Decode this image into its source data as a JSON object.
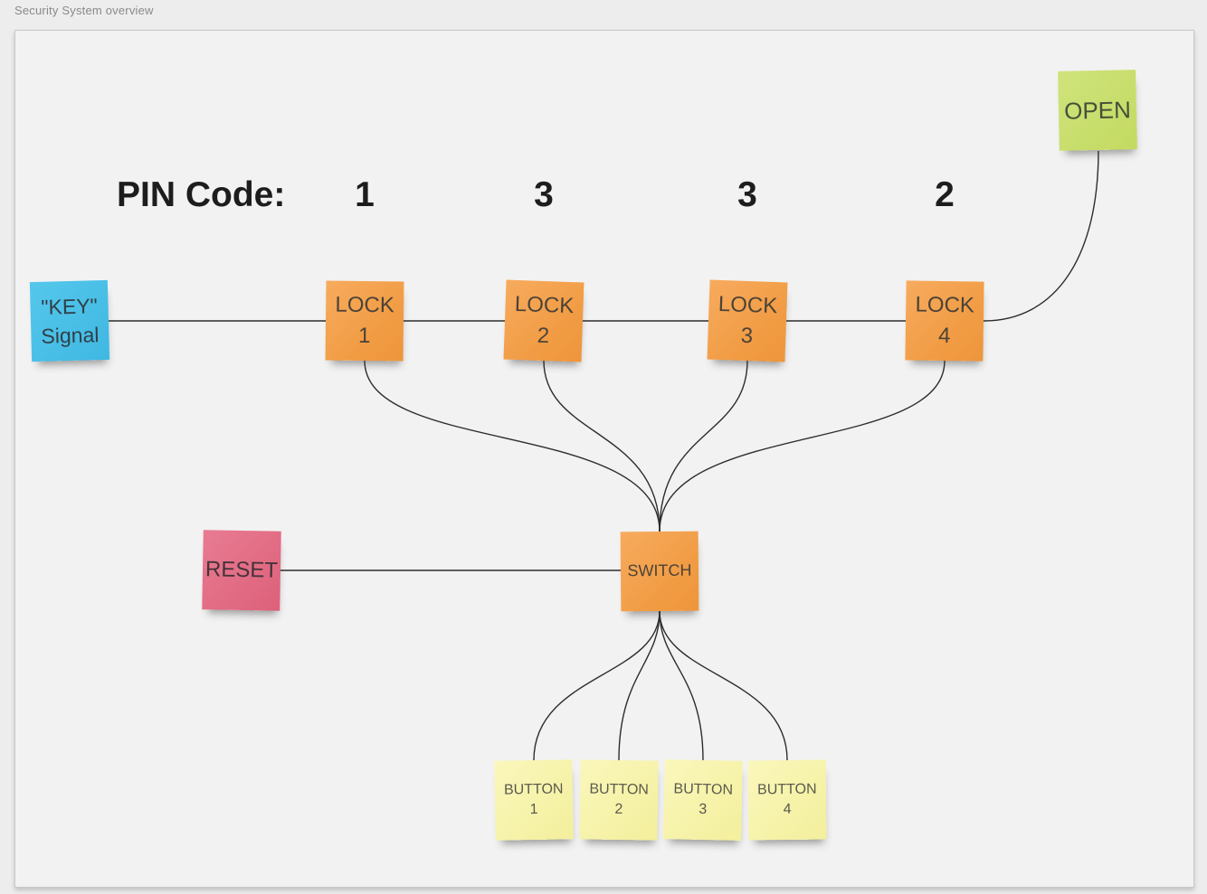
{
  "window": {
    "title": "Security System overview"
  },
  "board": {
    "pin": {
      "label": "PIN Code:",
      "digits": [
        "1",
        "3",
        "3",
        "2"
      ]
    },
    "notes": {
      "key_signal": {
        "lines": [
          "\"KEY\"",
          "Signal"
        ],
        "color": "#49c1e8"
      },
      "lock1": {
        "lines": [
          "LOCK",
          "1"
        ],
        "color": "#f4a14e"
      },
      "lock2": {
        "lines": [
          "LOCK",
          "2"
        ],
        "color": "#f4a14e"
      },
      "lock3": {
        "lines": [
          "LOCK",
          "3"
        ],
        "color": "#f4a14e"
      },
      "lock4": {
        "lines": [
          "LOCK",
          "4"
        ],
        "color": "#f4a14e"
      },
      "open": {
        "lines": [
          "OPEN"
        ],
        "color": "#c9e06e"
      },
      "reset": {
        "lines": [
          "RESET"
        ],
        "color": "#e26d84"
      },
      "switch": {
        "lines": [
          "SWITCH"
        ],
        "color": "#f4a14e"
      },
      "button1": {
        "lines": [
          "BUTTON",
          "1"
        ],
        "color": "#f9f5ae"
      },
      "button2": {
        "lines": [
          "BUTTON",
          "2"
        ],
        "color": "#f9f5ae"
      },
      "button3": {
        "lines": [
          "BUTTON",
          "3"
        ],
        "color": "#f9f5ae"
      },
      "button4": {
        "lines": [
          "BUTTON",
          "4"
        ],
        "color": "#f9f5ae"
      }
    },
    "connections": [
      {
        "from": "key_signal",
        "to": "lock1"
      },
      {
        "from": "lock1",
        "to": "lock2"
      },
      {
        "from": "lock2",
        "to": "lock3"
      },
      {
        "from": "lock3",
        "to": "lock4"
      },
      {
        "from": "lock4",
        "to": "open"
      },
      {
        "from": "lock1",
        "to": "switch"
      },
      {
        "from": "lock2",
        "to": "switch"
      },
      {
        "from": "lock3",
        "to": "switch"
      },
      {
        "from": "lock4",
        "to": "switch"
      },
      {
        "from": "reset",
        "to": "switch"
      },
      {
        "from": "switch",
        "to": "button1"
      },
      {
        "from": "switch",
        "to": "button2"
      },
      {
        "from": "switch",
        "to": "button3"
      },
      {
        "from": "switch",
        "to": "button4"
      }
    ],
    "connector_color": "#2d2d2d"
  }
}
